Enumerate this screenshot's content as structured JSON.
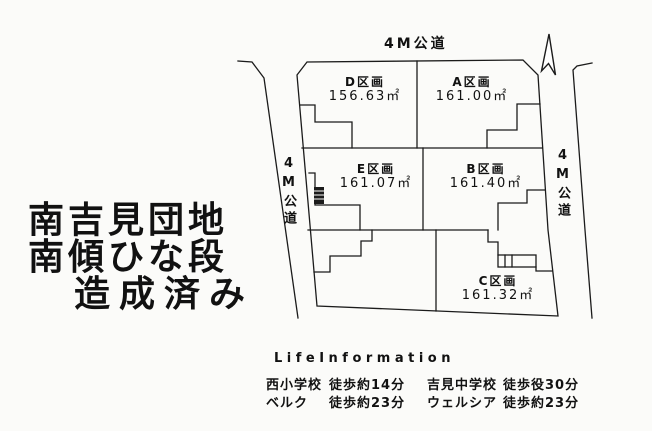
{
  "colors": {
    "background": "#fbfbf9",
    "line": "#1b1b1b",
    "text": "#111111"
  },
  "roads": {
    "top": {
      "label": "4M公道"
    },
    "left": {
      "label": "4M公道"
    },
    "right": {
      "label": "4M公道"
    }
  },
  "north_arrow": "north-arrow",
  "plots": [
    {
      "id": "D",
      "label": "D区画",
      "area": "156.63㎡"
    },
    {
      "id": "A",
      "label": "A区画",
      "area": "161.00㎡"
    },
    {
      "id": "E",
      "label": "E区画",
      "area": "161.07㎡"
    },
    {
      "id": "B",
      "label": "B区画",
      "area": "161.40㎡"
    },
    {
      "id": "C",
      "label": "C区画",
      "area": "161.32㎡"
    }
  ],
  "title": {
    "line1": "南吉見団地",
    "line2": "南傾ひな段",
    "line3": "造成済み"
  },
  "life_information": {
    "title": "LifeInformation",
    "items": [
      {
        "name": "西小学校",
        "time": "徒歩約14分"
      },
      {
        "name": "吉見中学校",
        "time": "徒歩役30分"
      },
      {
        "name": "ベルク",
        "time": "徒歩約23分"
      },
      {
        "name": "ウェルシア",
        "time": "徒歩約23分"
      }
    ]
  }
}
